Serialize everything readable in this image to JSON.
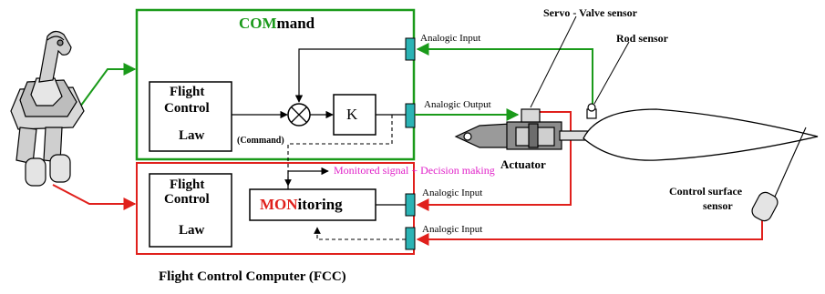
{
  "command": {
    "prefix": "COM",
    "suffix": "mand"
  },
  "monitoring": {
    "prefix": "MON",
    "suffix": "itoring"
  },
  "fcl_top": {
    "line1": "Flight",
    "line2": "Control",
    "line3": "Law"
  },
  "fcl_bottom": {
    "line1": "Flight",
    "line2": "Control",
    "line3": "Law"
  },
  "gain_label": "K",
  "command_label": "(Command)",
  "monitored_label": "Monitored signal + Decision making",
  "analogic_input_1": "Analogic Input",
  "analogic_output": "Analogic Output",
  "analogic_input_2": "Analogic Input",
  "analogic_input_3": "Analogic Input",
  "servo_label": "Servo - Valve sensor",
  "rod_label": "Rod sensor",
  "actuator_label": "Actuator",
  "cs_line1": "Control surface",
  "cs_line2": "sensor",
  "fcc_title": "Flight Control Computer (FCC)",
  "colors": {
    "command_green": "#1a9a1a",
    "monitor_red": "#e0201c",
    "connector_teal": "#2bb3b5",
    "magenta": "#e020c8"
  }
}
